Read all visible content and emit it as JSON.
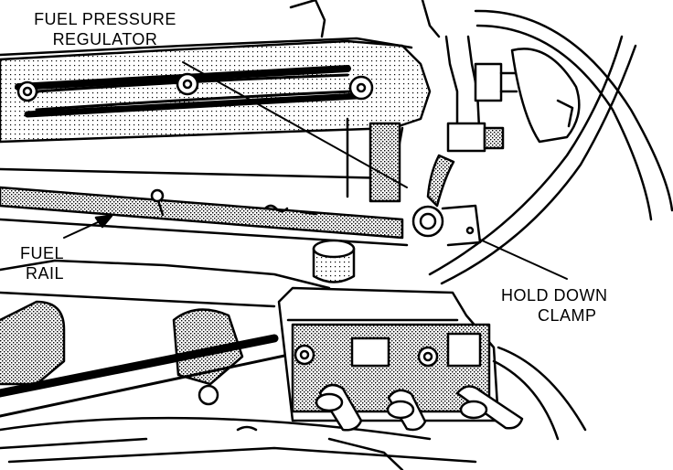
{
  "labels": {
    "fuel_pressure_regulator": [
      "FUEL PRESSURE",
      "REGULATOR"
    ],
    "fuel_rail": [
      "FUEL",
      "RAIL"
    ],
    "hold_down_clamp": [
      "HOLD DOWN",
      "CLAMP"
    ]
  },
  "colors": {
    "ink": "#000000",
    "paper": "#ffffff",
    "shade": "#8a8a8a"
  }
}
